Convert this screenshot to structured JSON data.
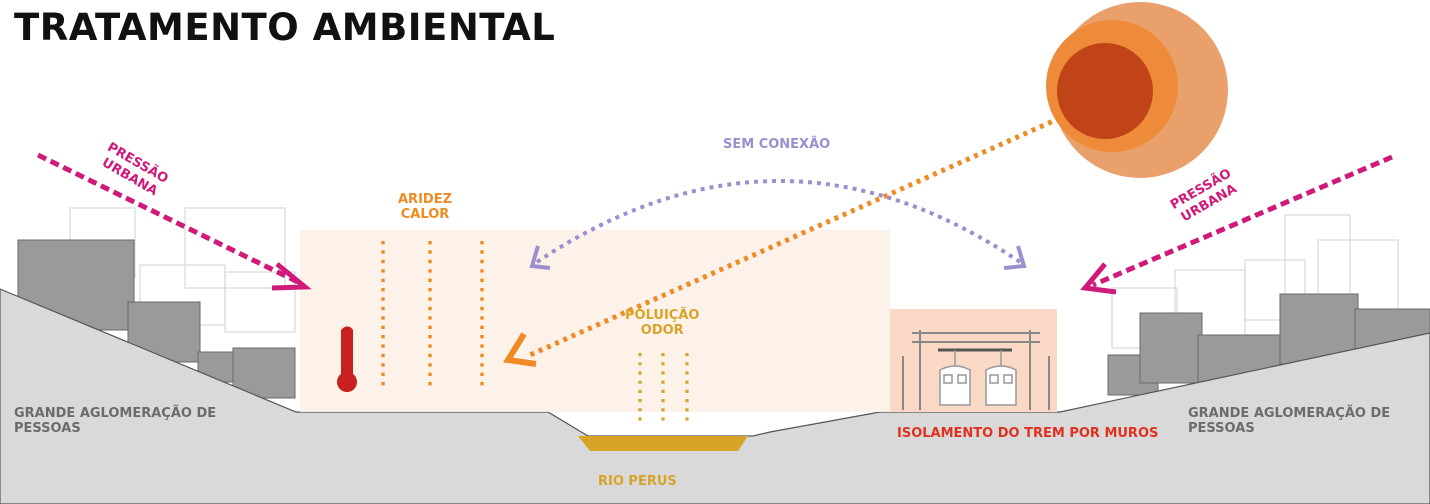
{
  "title": "TRATAMENTO AMBIENTAL",
  "labels": {
    "pressure_left_line1": "PRESSÃO",
    "pressure_left_line2": "URBANA",
    "pressure_right_line1": "PRESSÃO",
    "pressure_right_line2": "URBANA",
    "aridity_line1": "ARIDEZ",
    "aridity_line2": "CALOR",
    "no_connection": "SEM CONEXÃO",
    "pollution_line1": "POLUIÇÃO",
    "pollution_line2": "ODOR",
    "crowd_left_line1": "GRANDE AGLOMERAÇÃO DE",
    "crowd_left_line2": "PESSOAS",
    "crowd_right_line1": "GRANDE AGLOMERAÇÃO DE",
    "crowd_right_line2": "PESSOAS",
    "train_isolation": "ISOLAMENTO DO TREM POR MUROS",
    "river": "RIO PERUS"
  },
  "colors": {
    "pink": "#d01a7a",
    "orange": "#f08a22",
    "lilac": "#9b8fd0",
    "mustard": "#d8a428",
    "red": "#e0301e",
    "ground": "#d9d9d9",
    "buildings": "#9a9a9a"
  }
}
